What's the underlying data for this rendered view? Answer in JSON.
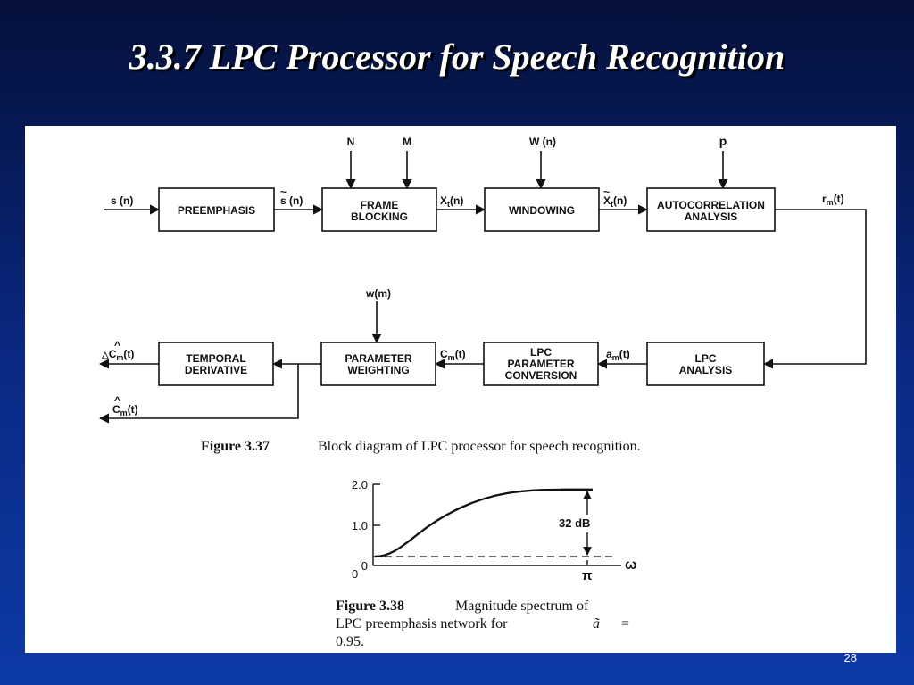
{
  "slide": {
    "title": "3.3.7 LPC Processor for Speech Recognition",
    "page_number": "28"
  },
  "colors": {
    "background_top": "#05103a",
    "background_bottom": "#0d3aa6",
    "panel": "#ffffff",
    "title": "#ffffff"
  },
  "figure_337": {
    "blocks": {
      "preemphasis": [
        "PREEMPHASIS"
      ],
      "frame_blocking": [
        "FRAME",
        "BLOCKING"
      ],
      "windowing": [
        "WINDOWING"
      ],
      "autocorrelation": [
        "AUTOCORRELATION",
        "ANALYSIS"
      ],
      "lpc_analysis": [
        "LPC",
        "ANALYSIS"
      ],
      "lpc_conversion": [
        "LPC",
        "PARAMETER",
        "CONVERSION"
      ],
      "parameter_weighting": [
        "PARAMETER",
        "WEIGHTING"
      ],
      "temporal_derivative": [
        "TEMPORAL",
        "DERIVATIVE"
      ]
    },
    "signals": {
      "input": "s (n)",
      "preemph_out_mark": "~",
      "preemph_out": "s (n)",
      "frame_out_base": "X",
      "frame_out_sub": "t",
      "frame_out_tail": "(n)",
      "window_out_mark": "~",
      "window_out_base": "X",
      "window_out_sub": "t",
      "window_out_tail": "(n)",
      "autocorr_out_base": "r",
      "autocorr_out_sub": "m",
      "autocorr_out_tail": "(t)",
      "lpc_out_base": "a",
      "lpc_out_sub": "m",
      "lpc_out_tail": "(t)",
      "conv_out_base": "C",
      "conv_out_sub": "m",
      "conv_out_tail": "(t)",
      "delta_out_prefix": "△",
      "delta_out_hat": "^",
      "delta_out_base": "C",
      "delta_out_sub": "m",
      "delta_out_tail": "(t)",
      "weighted_out_hat": "^",
      "weighted_out_base": "C",
      "weighted_out_sub": "m",
      "weighted_out_tail": "(t)"
    },
    "control_inputs": {
      "n": "N",
      "m": "M",
      "window": "W (n)",
      "order": "p",
      "weight": "w(m)"
    },
    "caption_label": "Figure 3.37",
    "caption_text": "Block diagram of LPC processor for speech recognition."
  },
  "figure_338": {
    "y_ticks": [
      "2.0",
      "1.0",
      "0"
    ],
    "x_ticks": [
      "0",
      "π"
    ],
    "x_label": "ω",
    "annotation": "32 dB",
    "caption_label": "Figure 3.38",
    "caption_line1": "Magnitude spectrum of",
    "caption_line2": "LPC preemphasis network for",
    "caption_symbol": "ã",
    "caption_eq": "=",
    "caption_line3": "0.95."
  }
}
